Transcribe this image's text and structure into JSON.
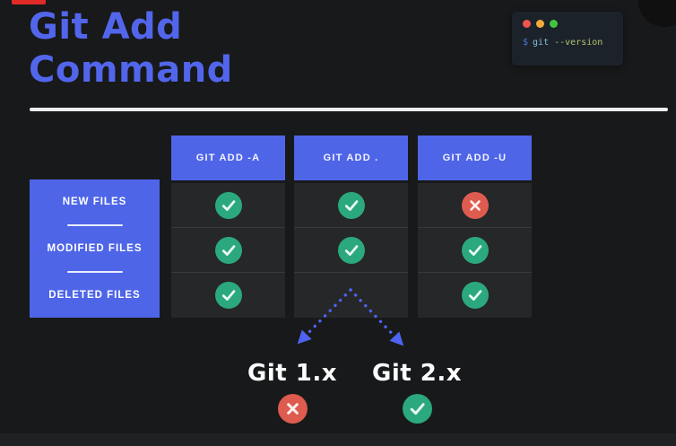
{
  "page": {
    "title": "Git Add Command"
  },
  "terminal": {
    "prompt": "$",
    "command": "git",
    "flag": "--version"
  },
  "table": {
    "columns": [
      "GIT ADD -A",
      "GIT ADD .",
      "GIT ADD -U"
    ],
    "rows": [
      "NEW FILES",
      "MODIFIED FILES",
      "DELETED FILES"
    ],
    "cells": [
      [
        "check",
        "check",
        "cross"
      ],
      [
        "check",
        "check",
        "check"
      ],
      [
        "check",
        "none",
        "check"
      ]
    ]
  },
  "versions": [
    {
      "label": "Git 1.x",
      "status": "cross"
    },
    {
      "label": "Git 2.x",
      "status": "check"
    }
  ],
  "colors": {
    "accent_blue": "#4e65e8",
    "title_blue": "#5266ec",
    "arrow_blue": "#4f63f0",
    "check_green": "#2ca87e",
    "cross_red": "#dd5b4f",
    "dot_red": "#ee5450",
    "dot_yellow": "#f2a93b",
    "dot_green": "#43c63e"
  }
}
